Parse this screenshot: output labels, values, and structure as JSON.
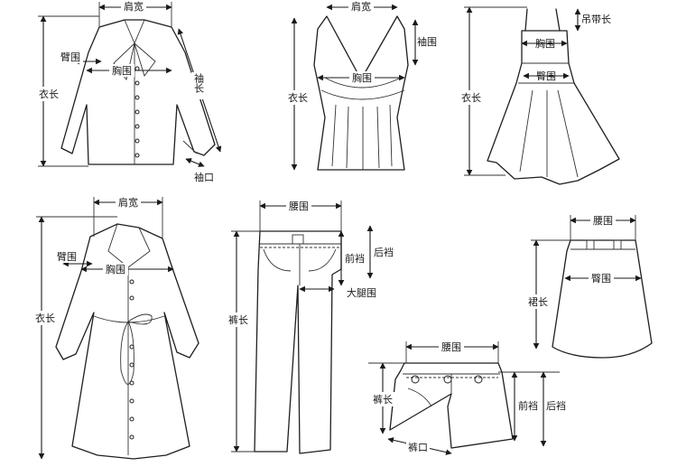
{
  "labels": {
    "shoulder": "肩宽",
    "chest": "胸围",
    "arm": "臂围",
    "sleeve": "袖长",
    "cuff": "袖口",
    "length": "衣长",
    "armhole": "袖围",
    "strap": "吊带长",
    "waist": "腰围",
    "hip": "臀围",
    "skirt_length": "裙长",
    "pants_length": "裤长",
    "front_rise": "前裆",
    "back_rise": "后裆",
    "thigh": "大腿围",
    "leg_opening": "裤口"
  },
  "colors": {
    "line": "#1f1f1f",
    "background": "#ffffff"
  }
}
